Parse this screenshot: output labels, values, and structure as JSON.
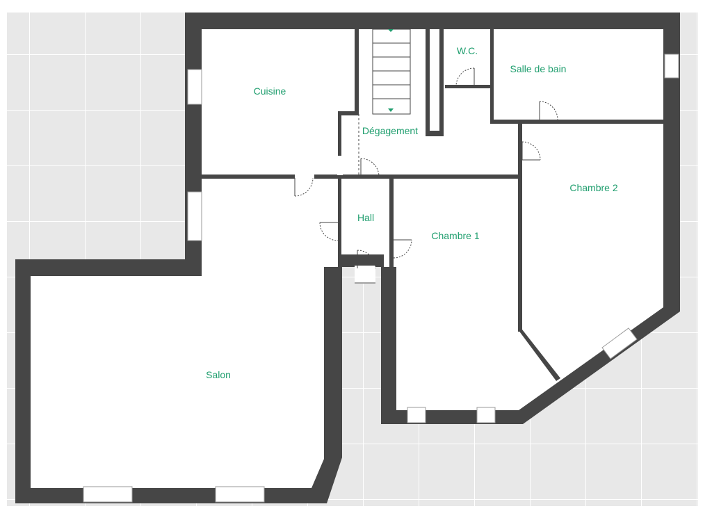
{
  "rooms": {
    "cuisine": "Cuisine",
    "degagement": "Dégagement",
    "wc": "W.C.",
    "salle_de_bain": "Salle de bain",
    "hall": "Hall",
    "chambre1": "Chambre 1",
    "chambre2": "Chambre 2",
    "salon": "Salon"
  },
  "colors": {
    "wall": "#464646",
    "floor": "#ffffff",
    "background": "#e8e8e8",
    "grid": "#ffffff",
    "label": "#1f9e6e",
    "stairs_arrow": "#1f9e6e"
  }
}
